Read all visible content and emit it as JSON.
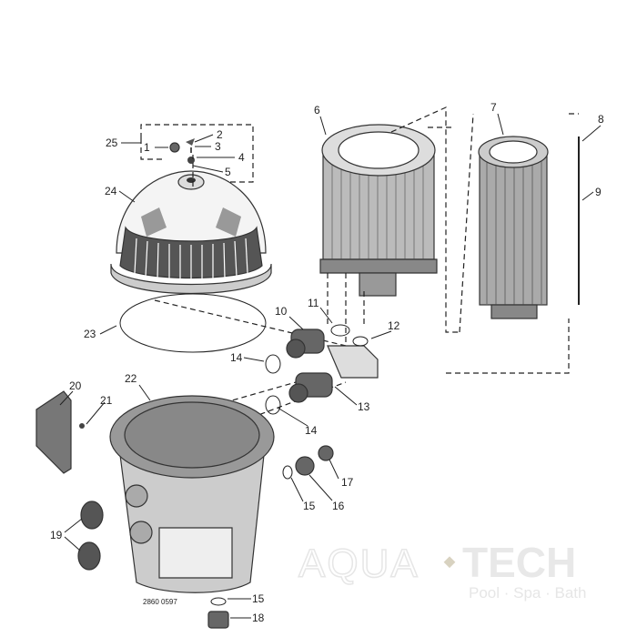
{
  "diagram": {
    "callouts": [
      "25",
      "1",
      "2",
      "3",
      "4",
      "5",
      "24",
      "6",
      "7",
      "8",
      "9",
      "23",
      "10",
      "11",
      "12",
      "14",
      "13",
      "14",
      "22",
      "20",
      "21",
      "17",
      "16",
      "15",
      "19",
      "15",
      "18"
    ],
    "drawing_code": "2860 0597"
  },
  "watermark": {
    "brand_light": "AQUA",
    "brand_bold": "TECH",
    "tagline": "Pool · Spa · Bath",
    "diamond_color": "#d8d2c0"
  },
  "colors": {
    "line": "#222222",
    "shade": "#8a8a8a",
    "light": "#d9d9d9"
  }
}
